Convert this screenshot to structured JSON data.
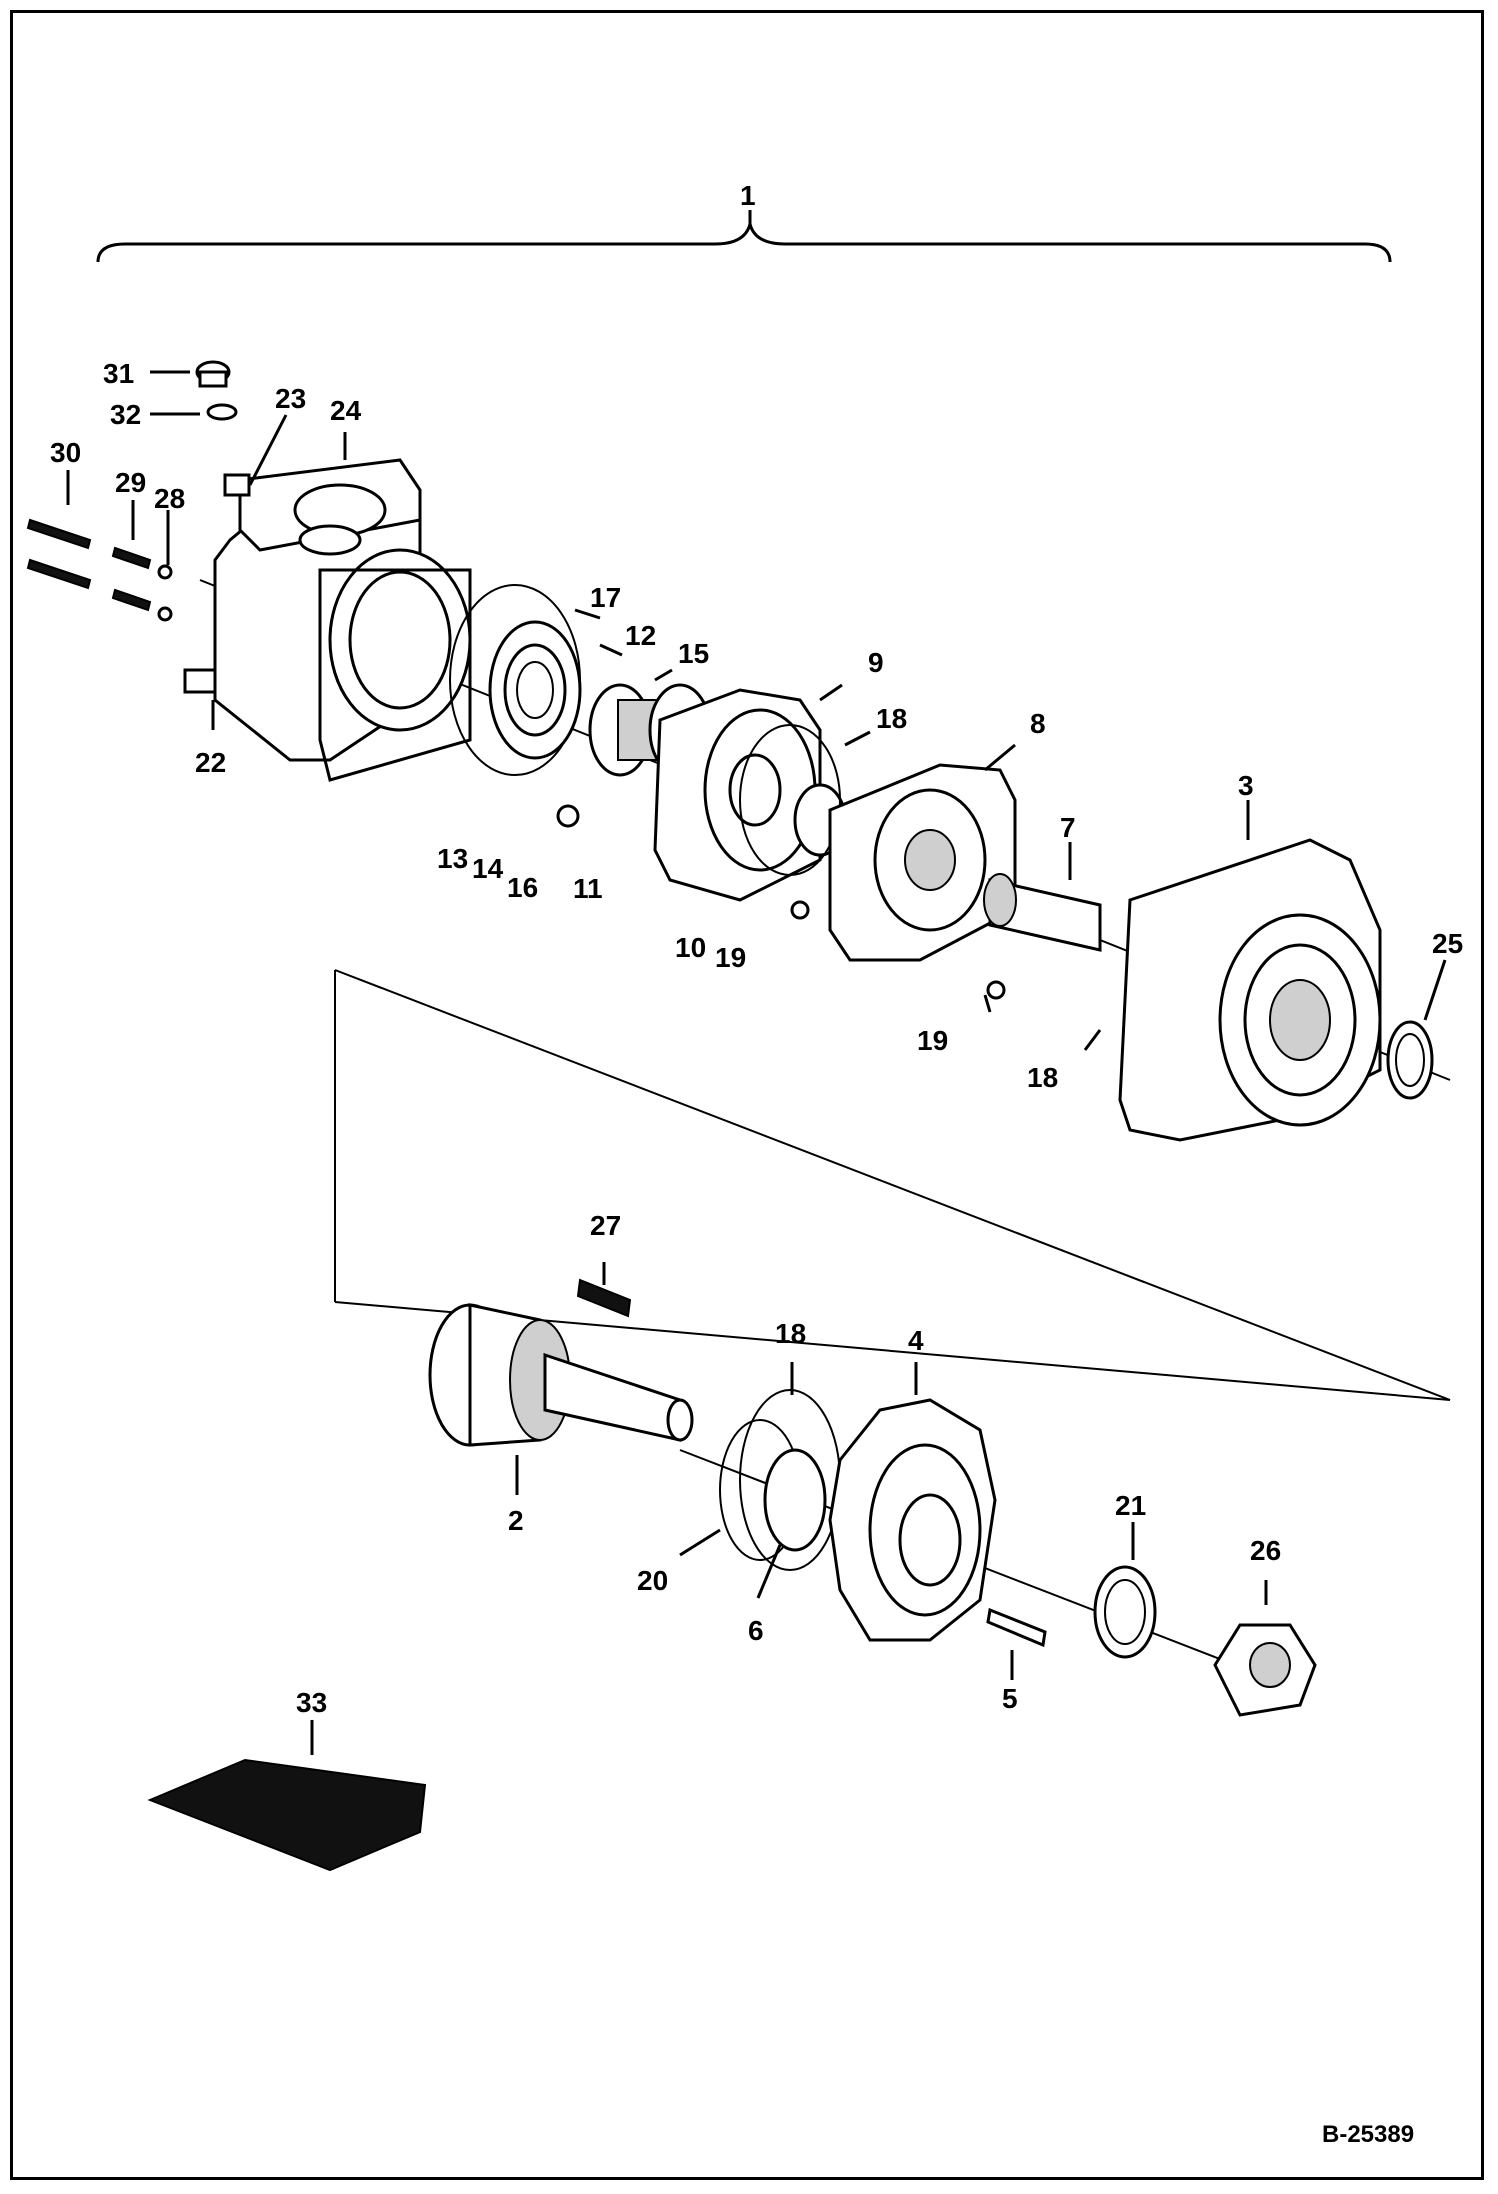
{
  "drawing_id": "B-25389",
  "callouts": [
    {
      "id": "c1",
      "text": "1"
    },
    {
      "id": "c2",
      "text": "2"
    },
    {
      "id": "c3",
      "text": "3"
    },
    {
      "id": "c4",
      "text": "4"
    },
    {
      "id": "c5",
      "text": "5"
    },
    {
      "id": "c6",
      "text": "6"
    },
    {
      "id": "c7",
      "text": "7"
    },
    {
      "id": "c8",
      "text": "8"
    },
    {
      "id": "c9",
      "text": "9"
    },
    {
      "id": "c10",
      "text": "10"
    },
    {
      "id": "c11",
      "text": "11"
    },
    {
      "id": "c12",
      "text": "12"
    },
    {
      "id": "c13",
      "text": "13"
    },
    {
      "id": "c14",
      "text": "14"
    },
    {
      "id": "c15",
      "text": "15"
    },
    {
      "id": "c16",
      "text": "16"
    },
    {
      "id": "c17",
      "text": "17"
    },
    {
      "id": "c18a",
      "text": "18"
    },
    {
      "id": "c18b",
      "text": "18"
    },
    {
      "id": "c18c",
      "text": "18"
    },
    {
      "id": "c19a",
      "text": "19"
    },
    {
      "id": "c19b",
      "text": "19"
    },
    {
      "id": "c20",
      "text": "20"
    },
    {
      "id": "c21",
      "text": "21"
    },
    {
      "id": "c22",
      "text": "22"
    },
    {
      "id": "c23",
      "text": "23"
    },
    {
      "id": "c24",
      "text": "24"
    },
    {
      "id": "c25",
      "text": "25"
    },
    {
      "id": "c26",
      "text": "26"
    },
    {
      "id": "c27",
      "text": "27"
    },
    {
      "id": "c28",
      "text": "28"
    },
    {
      "id": "c29",
      "text": "29"
    },
    {
      "id": "c30",
      "text": "30"
    },
    {
      "id": "c31",
      "text": "31"
    },
    {
      "id": "c32",
      "text": "32"
    },
    {
      "id": "c33",
      "text": "33"
    }
  ]
}
